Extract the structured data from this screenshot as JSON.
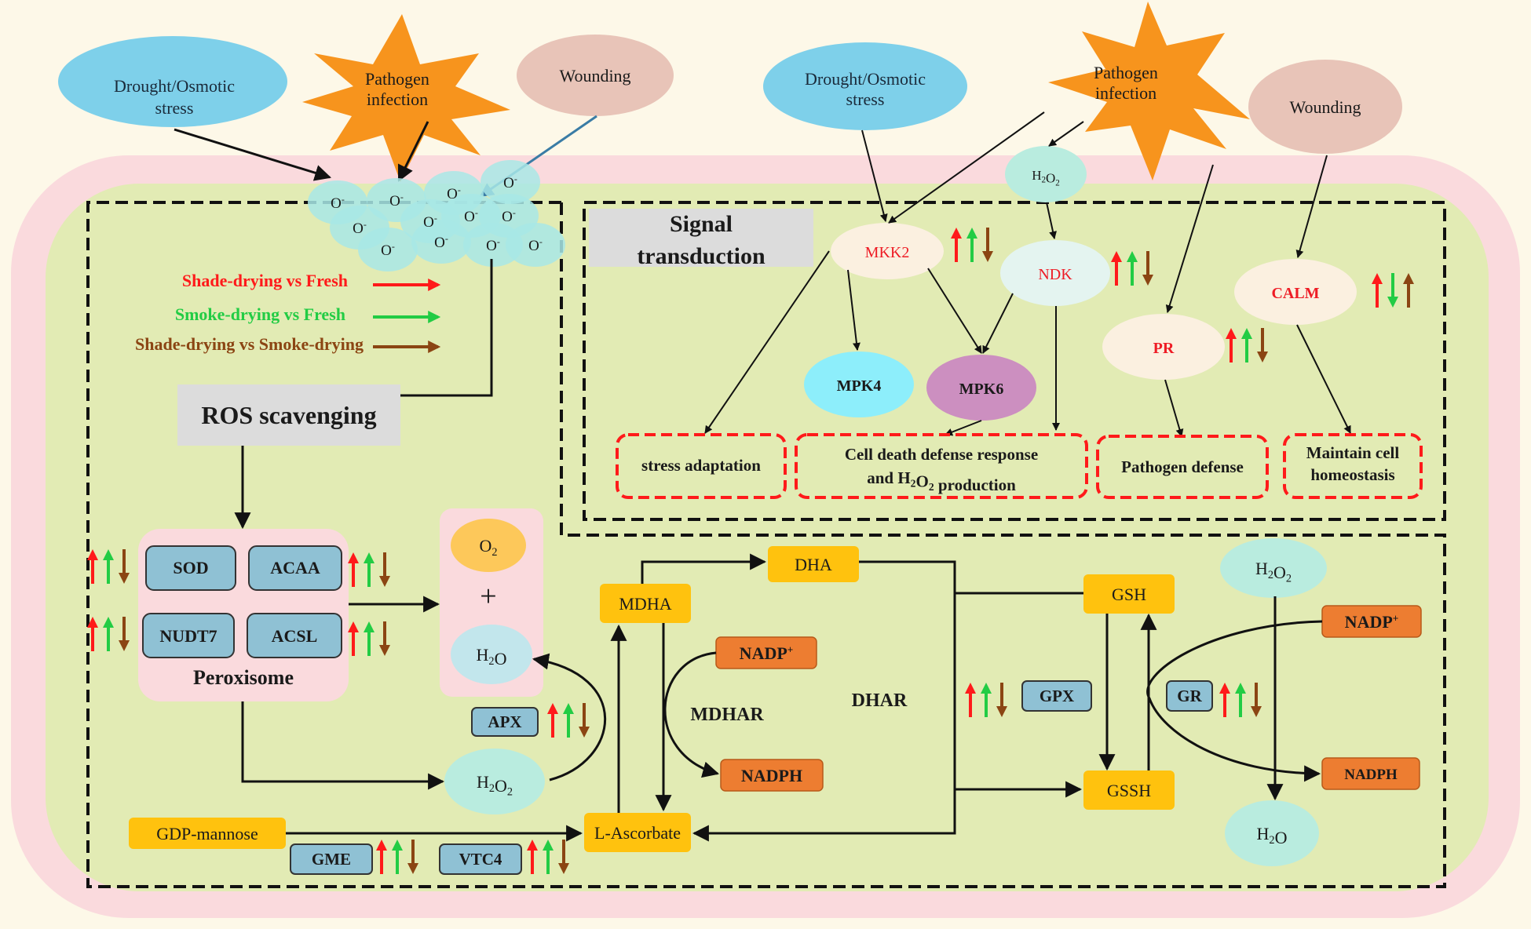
{
  "colors": {
    "up_red": "#ff1a1a",
    "up_green": "#22cc44",
    "brown": "#8b4513",
    "cell_wall": "#fadadd",
    "cytoplasm": "#e2ebb4",
    "background": "#fdf8e8",
    "drought": "#7ed0ea",
    "pathogen": "#f7941d",
    "wounding": "#e8c4b8",
    "enzyme_box": "#8fc1d4",
    "metabolite_box": "#ffc20e",
    "nadp_box": "#ed7d31",
    "outcome_border": "#ff1a1a"
  },
  "stimuli_left": {
    "drought": "Drought/Osmotic stress",
    "drought_l1": "Drought/Osmotic",
    "drought_l2": "stress",
    "pathogen_l1": "Pathogen",
    "pathogen_l2": "infection",
    "wounding": "Wounding"
  },
  "stimuli_right": {
    "drought_l1": "Drought/Osmotic",
    "drought_l2": "stress",
    "pathogen_l1": "Pathogen",
    "pathogen_l2": "infection",
    "wounding": "Wounding"
  },
  "superoxide": {
    "label": "O",
    "charge": "-",
    "count": 12
  },
  "legend": [
    {
      "label": "Shade-drying vs Fresh",
      "color": "#ff1a1a"
    },
    {
      "label": "Smoke-drying vs Fresh",
      "color": "#22cc44"
    },
    {
      "label": "Shade-drying vs Smoke-drying",
      "color": "#8b4513"
    }
  ],
  "ros_section": {
    "title": "ROS scavenging"
  },
  "signal_section": {
    "title_l1": "Signal",
    "title_l2": "transduction"
  },
  "signal_nodes": {
    "h2o2": "H2O2",
    "mkk2": "MKK2",
    "ndk": "NDK",
    "mpk4": "MPK4",
    "mpk6": "MPK6",
    "pr": "PR",
    "calm": "CALM"
  },
  "outcomes": {
    "stress_adaptation": "stress adaptation",
    "cell_death_l1": "Cell death defense response",
    "cell_death_l2": "and H2O2 production",
    "pathogen_defense": "Pathogen defense",
    "homeostasis_l1": "Maintain cell",
    "homeostasis_l2": "homeostasis"
  },
  "peroxisome": {
    "label": "Peroxisome",
    "enzymes": [
      "SOD",
      "ACAA",
      "NUDT7",
      "ACSL"
    ]
  },
  "products": {
    "o2": "O2",
    "plus": "+",
    "h2o": "H2O"
  },
  "ascorbate_cycle": {
    "apx": "APX",
    "h2o2": "H2O2",
    "mdha": "MDHA",
    "dha": "DHA",
    "nadp_plus": "NADP+",
    "nadph": "NADPH",
    "mdhar": "MDHAR",
    "dhar": "DHAR",
    "l_ascorbate": "L-Ascorbate",
    "gdp_mannose": "GDP-mannose",
    "gme": "GME",
    "vtc4": "VTC4"
  },
  "glutathione_cycle": {
    "gsh": "GSH",
    "gssh": "GSSH",
    "gpx": "GPX",
    "gr": "GR",
    "h2o2": "H2O2",
    "h2o": "H2O",
    "nadp_plus": "NADP+",
    "nadph": "NADPH"
  },
  "regulation": {
    "mkk2": [
      "up",
      "up",
      "down"
    ],
    "ndk": [
      "up",
      "up",
      "down"
    ],
    "pr": [
      "up",
      "up",
      "down"
    ],
    "calm": [
      "up",
      "down",
      "up"
    ],
    "sod": [
      "up",
      "up",
      "down"
    ],
    "nudt7": [
      "up",
      "up",
      "down"
    ],
    "acaa": [
      "up",
      "up",
      "down"
    ],
    "acsl": [
      "up",
      "up",
      "down"
    ],
    "apx": [
      "up",
      "up",
      "down"
    ],
    "gpx": [
      "up",
      "up",
      "down"
    ],
    "gr": [
      "up",
      "up",
      "down"
    ],
    "gme": [
      "up",
      "up",
      "down"
    ],
    "vtc4": [
      "up",
      "up",
      "down"
    ]
  }
}
